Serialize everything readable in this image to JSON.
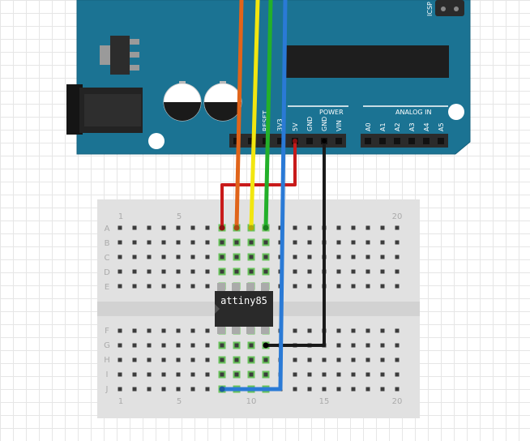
{
  "arduino": {
    "icsp_label": "ICSP",
    "reset_label": "RESET",
    "v33_label": "3V3",
    "power_label": "POWER",
    "analog_label": "ANALOG IN",
    "power_pins": [
      "5V",
      "GND",
      "GND",
      "VIN"
    ],
    "analog_pins": [
      "A0",
      "A1",
      "A2",
      "A3",
      "A4",
      "A5"
    ]
  },
  "breadboard": {
    "rows_top": [
      "A",
      "B",
      "C",
      "D",
      "E"
    ],
    "rows_bottom": [
      "F",
      "G",
      "H",
      "I",
      "J"
    ],
    "col_labels": [
      "1",
      "5",
      "10",
      "15",
      "20"
    ]
  },
  "chip": {
    "label": "attiny85"
  },
  "colors": {
    "board": "#1b7393",
    "breadboard": "#e1e1e1",
    "hole": "#3c3c3c",
    "hole_active": "#68c25a",
    "wire_red": "#c81a1a",
    "wire_orange": "#e0641a",
    "wire_yellow": "#f2e60f",
    "wire_green": "#23b02a",
    "wire_blue": "#2a7ad6",
    "wire_black": "#1a1a1a"
  }
}
